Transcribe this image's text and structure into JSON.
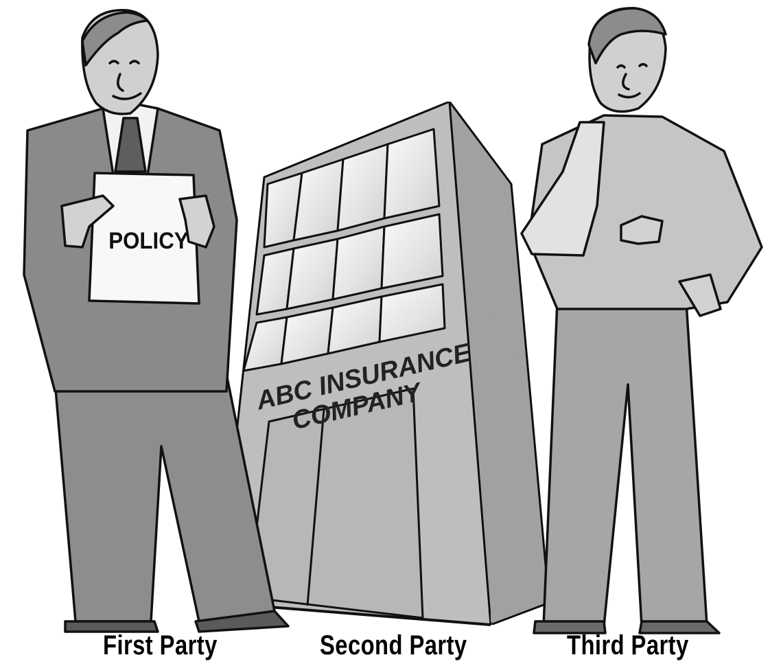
{
  "illustration": {
    "policy_text": "POLICY",
    "building_line1": "ABC INSURANCE",
    "building_line2": "COMPANY"
  },
  "labels": {
    "first": "First Party",
    "second": "Second Party",
    "third": "Third Party"
  },
  "colors": {
    "ink": "#111111",
    "suit": "#8a8a8a",
    "suit_dark": "#6f6f6f",
    "skin": "#d2d2d2",
    "building_front": "#c4c4c4",
    "building_side": "#a9a9a9",
    "glass": "#eeeeee",
    "paper": "#f8f8f8"
  },
  "icons": {
    "first_party": "businessman-with-policy-icon",
    "second_party": "insurance-building-icon",
    "third_party": "man-with-arm-sling-icon"
  }
}
